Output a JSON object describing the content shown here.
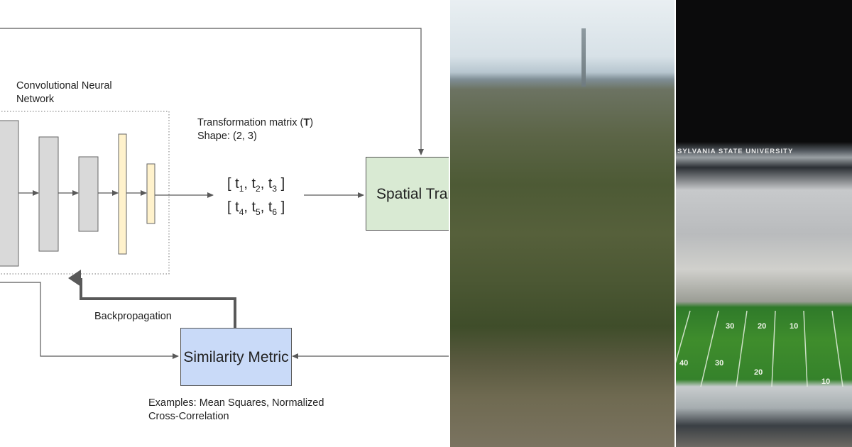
{
  "diagram": {
    "cnn_label": "Convolutional Neural Network",
    "transformation_label_prefix": "Transformation matrix (",
    "transformation_label_bold": "T",
    "transformation_label_suffix": ")",
    "shape_label": "Shape: (2, 3)",
    "matrix_row1": [
      "t",
      "1",
      ", t",
      "2",
      ", t",
      "3"
    ],
    "matrix_row2": [
      "t",
      "4",
      ", t",
      "5",
      ", t",
      "6"
    ],
    "spatial_label": "Spatial Transform",
    "similarity_label": "Similarity Metric",
    "backprop_label": "Backpropagation",
    "examples_label": "Examples: Mean Squares, Normalized Cross-Correlation",
    "colors": {
      "spatial_fill": "#d9ead3",
      "similarity_fill": "#c9daf8",
      "layer_gray": "#d9d9d9",
      "layer_yellow": "#fff2cc",
      "line": "#595959"
    }
  },
  "photos": {
    "stadium_sign": "SYLVANIA STATE UNIVERSITY",
    "field_numbers": [
      "30",
      "20",
      "10",
      "40",
      "30",
      "20",
      "10"
    ]
  }
}
